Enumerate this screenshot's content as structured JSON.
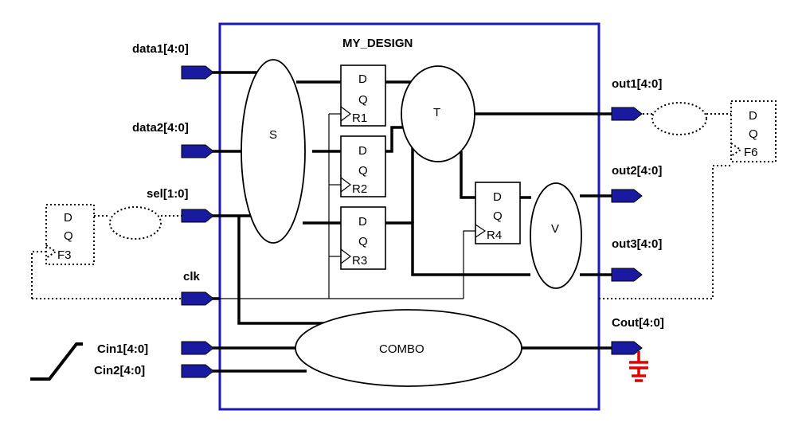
{
  "design": {
    "title": "MY_DESIGN",
    "border_color": "#1a1ab0"
  },
  "inputs": {
    "data1": "data1[4:0]",
    "data2": "data2[4:0]",
    "sel": "sel[1:0]",
    "clk": "clk",
    "cin1": "Cin1[4:0]",
    "cin2": "Cin2[4:0]"
  },
  "outputs": {
    "out1": "out1[4:0]",
    "out2": "out2[4:0]",
    "out3": "out3[4:0]",
    "cout": "Cout[4:0]"
  },
  "blocks": {
    "s": "S",
    "t": "T",
    "v": "V",
    "combo": "COMBO"
  },
  "flops": {
    "d_label": "D",
    "q_label": "Q",
    "r1": "R1",
    "r2": "R2",
    "r3": "R3",
    "r4": "R4",
    "f3": "F3",
    "f6": "F6"
  },
  "colors": {
    "port_fill": "#1a1aa0",
    "load_cap": "#e00000"
  }
}
